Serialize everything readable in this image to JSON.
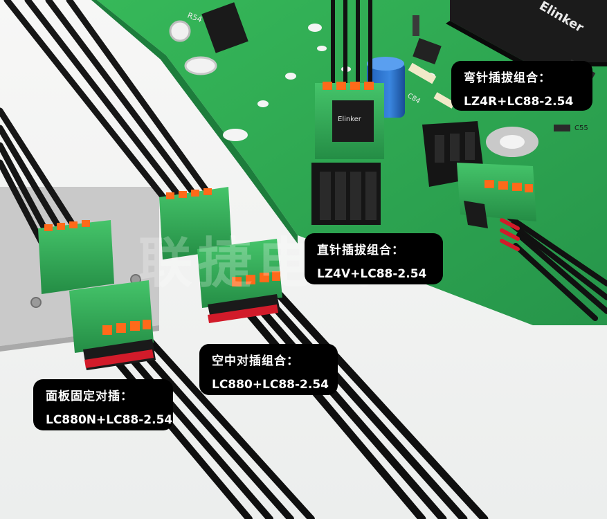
{
  "callouts": {
    "bent_pin": {
      "title": "弯针插拔组合：",
      "model": "LZ4R+LC88-2.54"
    },
    "straight_pin": {
      "title": "直针插拔组合：",
      "model": "LZ4V+LC88-2.54"
    },
    "in_air": {
      "title": "空中对插组合：",
      "model": "LC880+LC88-2.54"
    },
    "panel_fixed": {
      "title": "面板固定对插：",
      "model": "LC880N+LC88-2.54"
    }
  },
  "watermark": "联捷电气",
  "chip_logo": "Elinker",
  "colors": {
    "pcb_green": "#2fae52",
    "connector_green": "#33b35a",
    "lever_orange": "#ff6a1a",
    "cable_black": "#111111",
    "callout_bg": "#000000"
  }
}
